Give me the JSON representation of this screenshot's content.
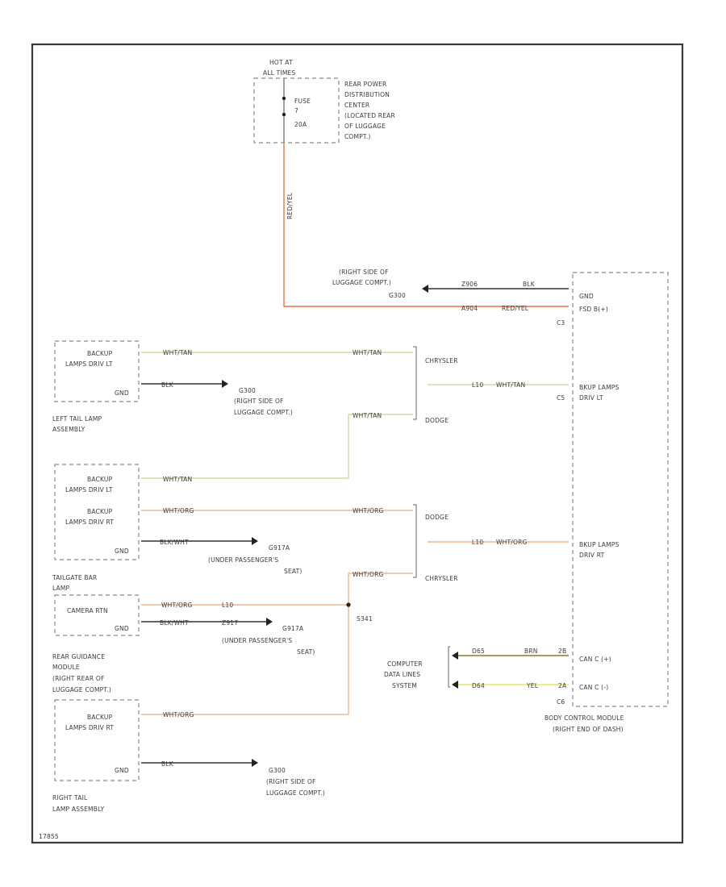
{
  "colors": {
    "yel_tan_wire": "#d8d8a0",
    "org_wire": "#f0b890",
    "red_yel_wire": "#f07040",
    "red_yel_wire_light": "#f5a070",
    "blk_wire": "#303030",
    "brn_wire": "#8a7a20",
    "yel_wire": "#e8e860",
    "frame": "#3a3a3a",
    "box": "#8a8a8a"
  },
  "fuse": {
    "hot_label_1": "HOT AT",
    "hot_label_2": "ALL TIMES",
    "fuse_label": "FUSE",
    "fuse_number": "7",
    "fuse_rating": "20A",
    "pdc_lines": [
      "REAR POWER",
      "DISTRIBUTION",
      "CENTER",
      "(LOCATED REAR",
      "OF LUGGAGE",
      "COMPT.)"
    ],
    "wire_color": "RED/YEL"
  },
  "ground_top": {
    "location_1": "(RIGHT SIDE OF",
    "location_2": "LUGGAGE COMPT.)",
    "ground_id": "G300",
    "pin1": "Z906",
    "wire1": "BLK",
    "pin2": "A904",
    "wire2": "RED/YEL"
  },
  "bcm": {
    "pin_gnd": "GND",
    "pin_fused": "FSD B(+)",
    "connector_top": "C3",
    "pin_lt_1": "BKUP LAMPS",
    "pin_lt_2": "DRIV LT",
    "connector_lt": "C5",
    "pin_rt_1": "BKUP LAMPS",
    "pin_rt_2": "DRIV RT",
    "pin_canh": "CAN C (+)",
    "pin_canl": "CAN C (-)",
    "connector_can": "C6",
    "name_1": "BODY CONTROL MODULE",
    "name_2": "(RIGHT END OF DASH)"
  },
  "left_tail": {
    "pin1": "BACKUP",
    "pin1b": "LAMPS DRIV LT",
    "pin2": "GND",
    "wire1": "WHT/TAN",
    "wire2": "BLK",
    "ground_id": "G300",
    "ground_loc_1": "(RIGHT SIDE OF",
    "ground_loc_2": "LUGGAGE COMPT.)",
    "name_1": "LEFT TAIL LAMP",
    "name_2": "ASSEMBLY"
  },
  "option_lt": {
    "chrysler": "CHRYSLER",
    "dodge": "DODGE",
    "wire_chrysler": "WHT/TAN",
    "wire_dodge": "WHT/TAN",
    "circuit": "L10",
    "wire": "WHT/TAN"
  },
  "tailgate": {
    "pin1": "BACKUP",
    "pin1b": "LAMPS DRIV LT",
    "pin2": "BACKUP",
    "pin2b": "LAMPS DRIV RT",
    "pin3": "GND",
    "wire1": "WHT/TAN",
    "wire2": "WHT/ORG",
    "wire3": "BLK/WHT",
    "ground_id": "G917A",
    "ground_loc_1": "(UNDER PASSENGER'S",
    "ground_loc_2": "SEAT)",
    "name_1": "TAILGATE BAR",
    "name_2": "LAMP"
  },
  "option_rt": {
    "dodge": "DODGE",
    "chrysler": "CHRYSLER",
    "wire_dodge": "WHT/ORG",
    "wire_chrysler": "WHT/ORG",
    "circuit": "L10",
    "wire": "WHT/ORG"
  },
  "rear_guidance": {
    "pin1": "CAMERA RTN",
    "pin2": "GND",
    "wire1": "WHT/ORG",
    "circuit1": "L10",
    "wire2": "BLK/WHT",
    "circuit2": "Z917",
    "splice": "S341",
    "ground_id": "G917A",
    "ground_loc_1": "(UNDER PASSENGER'S",
    "ground_loc_2": "SEAT)",
    "name": [
      "REAR GUIDANCE",
      "MODULE",
      "(RIGHT REAR OF",
      "LUGGAGE COMPT.)"
    ]
  },
  "can": {
    "label": [
      "COMPUTER",
      "DATA LINES",
      "SYSTEM"
    ],
    "pin_h": "D65",
    "wire_h": "BRN",
    "pin_l": "D64",
    "wire_l": "YEL",
    "cav_h": "2B",
    "cav_l": "2A"
  },
  "right_tail": {
    "pin1": "BACKUP",
    "pin1b": "LAMPS DRIV RT",
    "pin2": "GND",
    "wire1": "WHT/ORG",
    "wire2": "BLK",
    "ground_id": "G300",
    "ground_loc_1": "(RIGHT SIDE OF",
    "ground_loc_2": "LUGGAGE COMPT.)",
    "name_1": "RIGHT TAIL",
    "name_2": "LAMP ASSEMBLY"
  },
  "footer": {
    "code": "17855"
  }
}
